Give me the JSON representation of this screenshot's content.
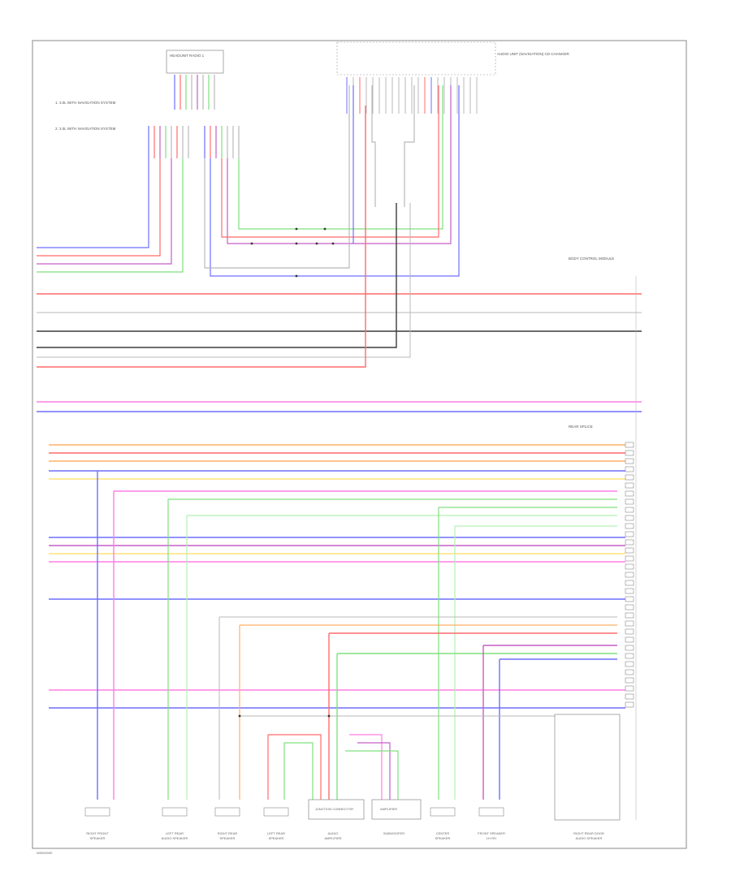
{
  "diagram": {
    "footer_code": "W0000000",
    "top_notes": {
      "note_1": "1: 3.0L WITH NAVIGATION SYSTEM",
      "note_2": "2: 3.0L WITH NAVIGATION SYSTEM"
    },
    "blocks": {
      "headunit": "HEADUNIT RADIO 1",
      "amp_header": "AUDIO UNIT (NAVIGATION) CD CHANGER",
      "bus_label": "BODY CONTROL MODULE",
      "rear_splice": "REAR SPLICE",
      "amp_box": "AMPLIFIER",
      "junction": "JUNCTION CONNECTOR"
    },
    "components": [
      {
        "key": "rf_speaker",
        "line1": "RIGHT FRONT",
        "line2": "SPEAKER"
      },
      {
        "key": "lr_speaker",
        "line1": "LEFT REAR",
        "line2": "AUDIO SPEAKER"
      },
      {
        "key": "rr_speaker",
        "line1": "RIGHT REAR",
        "line2": "SPEAKER"
      },
      {
        "key": "lrr_speaker",
        "line1": "LEFT REAR",
        "line2": "SPEAKER"
      },
      {
        "key": "amp_unit",
        "line1": "AUDIO",
        "line2": "AMPLIFIER"
      },
      {
        "key": "subwoofer",
        "line1": "SUBWOOFER",
        "line2": ""
      },
      {
        "key": "center_speaker",
        "line1": "CENTER",
        "line2": "SPEAKER"
      },
      {
        "key": "front_speaker",
        "line1": "FRONT SPEAKER",
        "line2": "LH RH"
      },
      {
        "key": "right_rear_door",
        "line1": "RIGHT REAR DOOR",
        "line2": "AUDIO SPEAKER"
      }
    ],
    "wire_colors": {
      "red": "#ff6b6b",
      "blue": "#6f6fff",
      "green": "#7fe07f",
      "yellow": "#ffe27a",
      "orange": "#ffb066",
      "purple": "#c65fc6",
      "black": "#3b3b3b",
      "gray": "#b9b9b9",
      "pink": "#ff7fe3",
      "brown": "#c89a5a",
      "ltgreen": "#b3f0b3",
      "violet": "#9f7fff",
      "darkred": "#cc4444"
    },
    "icons": {
      "connector": "connector-icon",
      "ground": "ground-icon",
      "splice": "splice-dot-icon"
    }
  }
}
